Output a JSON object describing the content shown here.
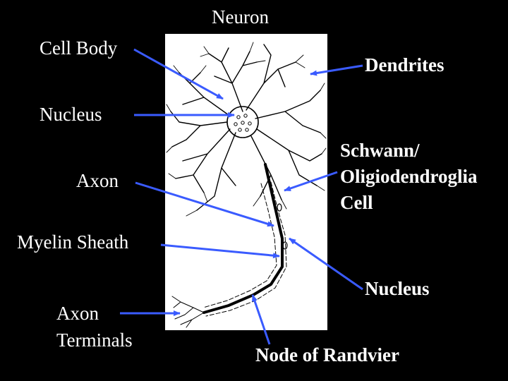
{
  "title": "Neuron",
  "labels": {
    "cell_body": "Cell Body",
    "dendrites": "Dendrites",
    "nucleus_left": "Nucleus",
    "schwann_line1": "Schwann/",
    "schwann_line2": "Oligiodendroglia",
    "schwann_line3": "Cell",
    "axon": "Axon",
    "myelin_sheath": "Myelin Sheath",
    "nucleus_right": "Nucleus",
    "axon_terminals_line1": "Axon",
    "axon_terminals_line2": "Terminals",
    "node_of_randvier": "Node of Randvier"
  },
  "colors": {
    "background": "#000000",
    "text": "#ffffff",
    "arrow": "#3a5bff",
    "panel": "#ffffff",
    "ink": "#000000"
  }
}
